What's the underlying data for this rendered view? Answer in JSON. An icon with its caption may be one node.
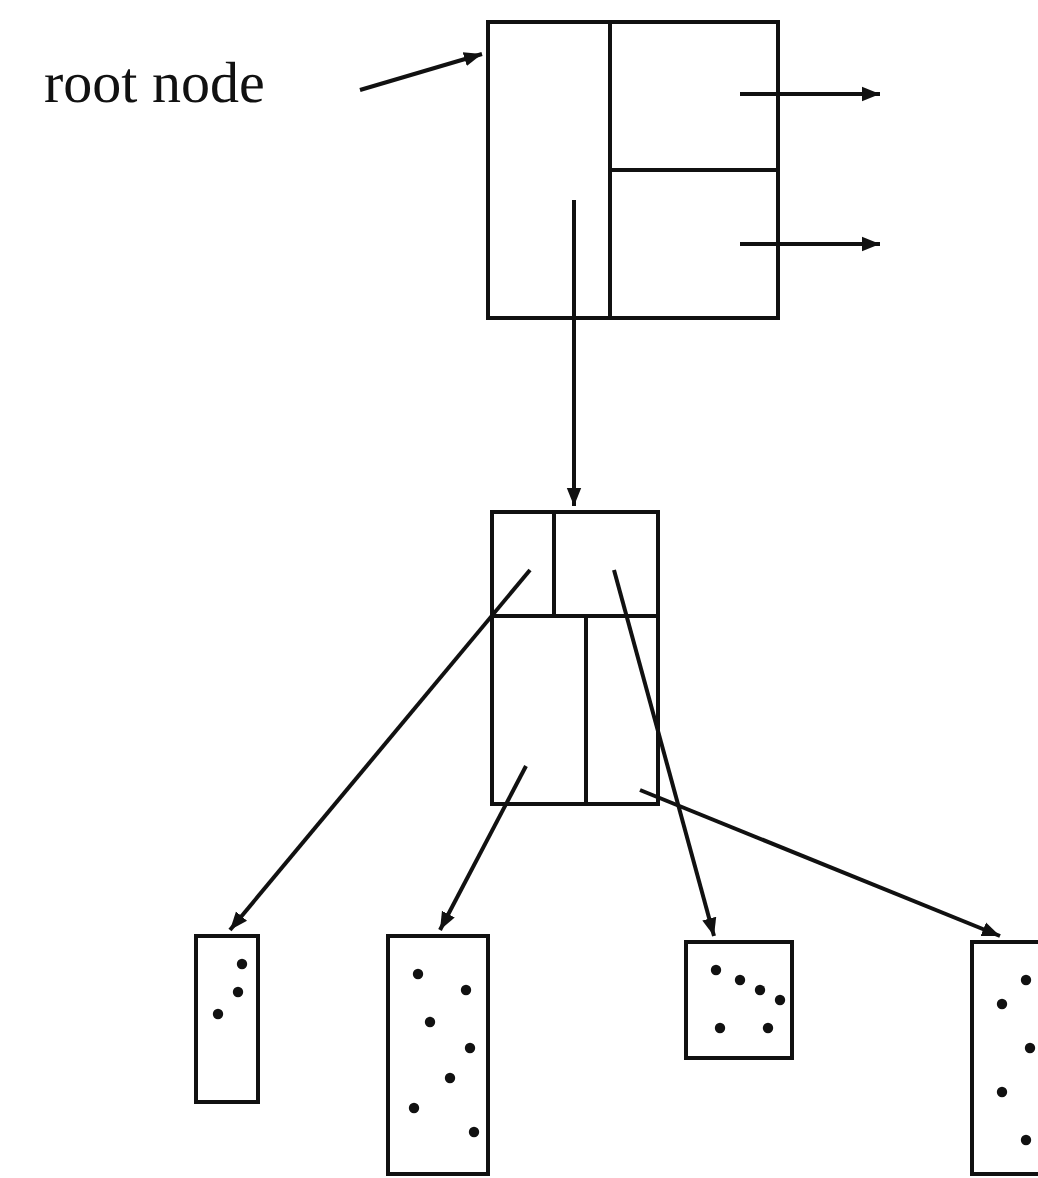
{
  "diagram": {
    "nodes": [
      {
        "text": [
          "root node"
        ]
      },
      {
        "text": [],
        "shape": "box"
      },
      {
        "text": [],
        "shape": "box"
      },
      {
        "text": [],
        "shape": "box"
      },
      {
        "text": [],
        "shape": "box"
      },
      {
        "text": [],
        "shape": "box"
      },
      {
        "text": [],
        "shape": "box"
      }
    ],
    "edges": [
      {
        "from": 0,
        "to": 1,
        "arrow": "to"
      },
      {
        "from": 1,
        "to": null,
        "arrow": "to"
      },
      {
        "from": 1,
        "to": null,
        "arrow": "to"
      },
      {
        "from": 1,
        "to": 2,
        "arrow": "to"
      },
      {
        "from": 2,
        "to": 3,
        "arrow": "to"
      },
      {
        "from": 2,
        "to": 5,
        "arrow": "to"
      },
      {
        "from": 2,
        "to": 4,
        "arrow": "to"
      },
      {
        "from": 2,
        "to": 6,
        "arrow": "to"
      }
    ]
  }
}
